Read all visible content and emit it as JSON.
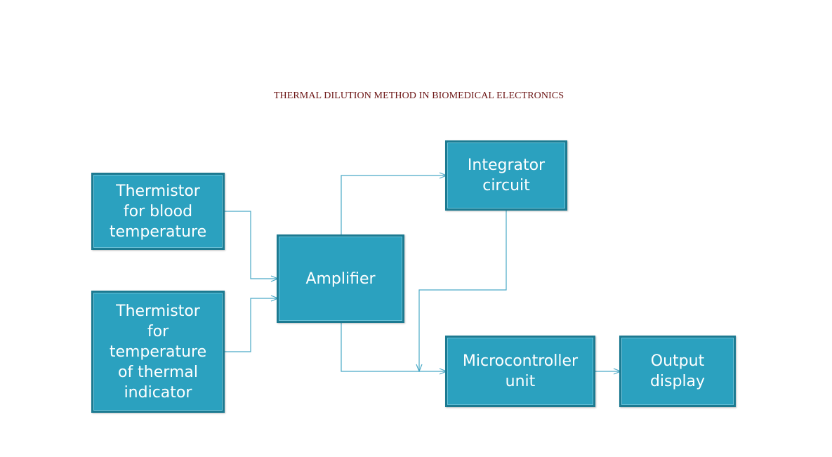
{
  "title": "THERMAL DILUTION METHOD IN BIOMEDICAL ELECTRONICS",
  "blocks": {
    "thermistor_blood": "Thermistor\nfor blood\ntemperature",
    "thermistor_indicator": "Thermistor\nfor\ntemperature\nof thermal\nindicator",
    "amplifier": "Amplifier",
    "integrator": "Integrator\ncircuit",
    "microcontroller": "Microcontroller\nunit",
    "output": "Output\ndisplay"
  },
  "colors": {
    "block_fill": "#2ba1bf",
    "block_border": "#1c7a91",
    "connector": "#4aa9c6",
    "title_text": "#6b1414"
  }
}
